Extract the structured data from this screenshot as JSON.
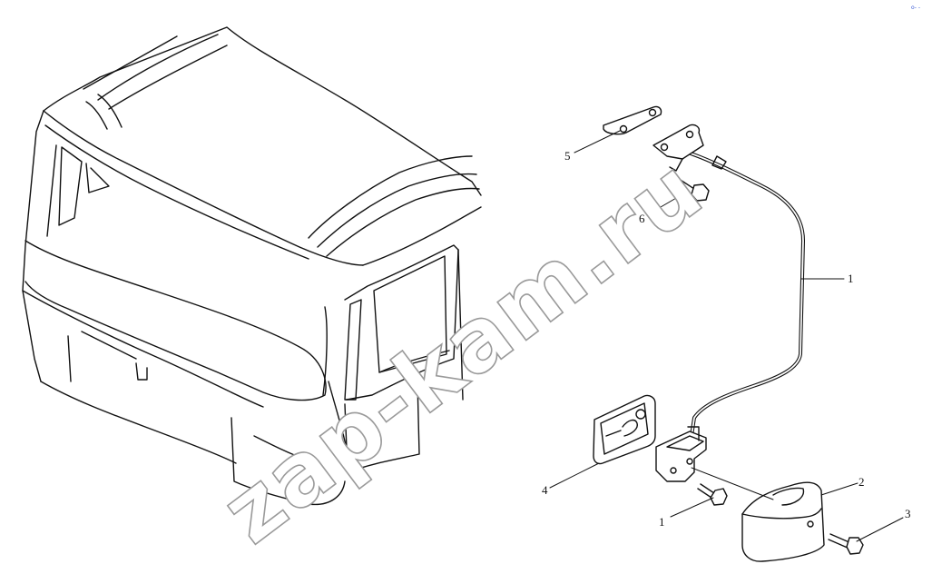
{
  "watermark": "zap-kam.ru",
  "corner_mark": "o- -",
  "callouts": [
    {
      "id": "c1-upper",
      "text": "1"
    },
    {
      "id": "c1-lower",
      "text": "1"
    },
    {
      "id": "c2",
      "text": "2"
    },
    {
      "id": "c3",
      "text": "3"
    },
    {
      "id": "c4",
      "text": "4"
    },
    {
      "id": "c5",
      "text": "5"
    },
    {
      "id": "c6",
      "text": "6"
    }
  ]
}
